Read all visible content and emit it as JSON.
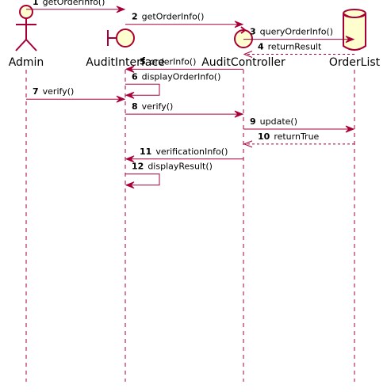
{
  "participants": [
    {
      "id": "admin",
      "name": "Admin",
      "kind": "actor"
    },
    {
      "id": "ui",
      "name": "AuditInterface",
      "kind": "boundary"
    },
    {
      "id": "ctrl",
      "name": "AuditController",
      "kind": "control"
    },
    {
      "id": "db",
      "name": "OrderList",
      "kind": "database"
    }
  ],
  "messages": [
    {
      "num": "1",
      "text": "getOrderInfo()",
      "from": "admin",
      "to": "ui",
      "style": "solid"
    },
    {
      "num": "2",
      "text": "getOrderInfo()",
      "from": "ui",
      "to": "ctrl",
      "style": "solid"
    },
    {
      "num": "3",
      "text": "queryOrderInfo()",
      "from": "ctrl",
      "to": "db",
      "style": "solid"
    },
    {
      "num": "4",
      "text": "returnResult",
      "from": "db",
      "to": "ctrl",
      "style": "dashed"
    },
    {
      "num": "5",
      "text": "orderInfo()",
      "from": "ctrl",
      "to": "ui",
      "style": "solid"
    },
    {
      "num": "6",
      "text": "displayOrderInfo()",
      "from": "ui",
      "to": "ui",
      "style": "self"
    },
    {
      "num": "7",
      "text": "verify()",
      "from": "admin",
      "to": "ui",
      "style": "solid"
    },
    {
      "num": "8",
      "text": "verify()",
      "from": "ui",
      "to": "ctrl",
      "style": "solid"
    },
    {
      "num": "9",
      "text": "update()",
      "from": "ctrl",
      "to": "db",
      "style": "solid"
    },
    {
      "num": "10",
      "text": "returnTrue",
      "from": "db",
      "to": "ctrl",
      "style": "dashed"
    },
    {
      "num": "11",
      "text": "verificationInfo()",
      "from": "ctrl",
      "to": "ui",
      "style": "solid"
    },
    {
      "num": "12",
      "text": "displayResult()",
      "from": "ui",
      "to": "ui",
      "style": "self"
    }
  ],
  "colors": {
    "arrow": "#A80036",
    "fill": "#FEFECE",
    "lifeline": "#A80036",
    "text": "#000000"
  }
}
